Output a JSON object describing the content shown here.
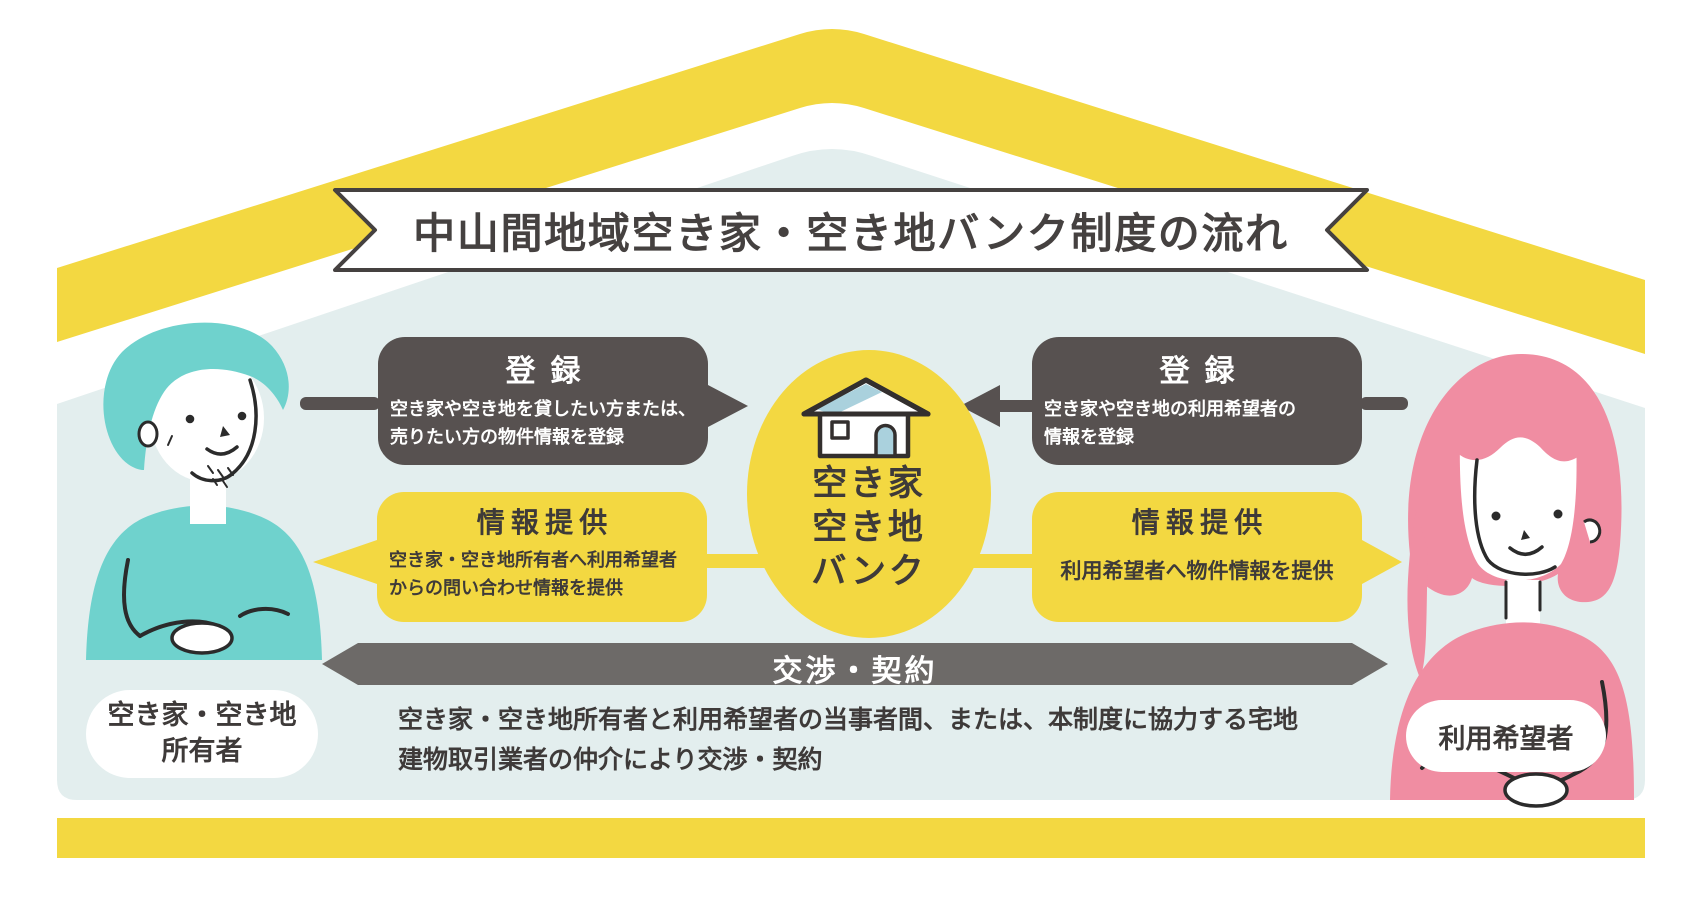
{
  "banner": {
    "title": "中山間地域空き家・空き地バンク制度の流れ"
  },
  "bank": {
    "icon": "house-icon",
    "name_lines": [
      "空き家",
      "空き地",
      "バンク"
    ]
  },
  "flows": {
    "owner_register": {
      "title": "登録",
      "lines": [
        "空き家や空き地を貸したい方または、",
        "売りたい方の物件情報を登録"
      ]
    },
    "user_register": {
      "title": "登録",
      "lines": [
        "空き家や空き地の利用希望者の",
        "情報を登録"
      ]
    },
    "owner_info": {
      "title": "情報提供",
      "lines": [
        "空き家・空き地所有者へ利用希望者",
        "からの問い合わせ情報を提供"
      ]
    },
    "user_info": {
      "title": "情報提供",
      "lines": [
        "利用希望者へ物件情報を提供"
      ]
    }
  },
  "negotiation": {
    "label": "交渉・契約",
    "note_lines": [
      "空き家・空き地所有者と利用希望者の当事者間、または、本制度に協力する宅地",
      "建物取引業者の仲介により交渉・契約"
    ]
  },
  "actors": {
    "owner": {
      "label_lines": [
        "空き家・空き地",
        "所有者"
      ]
    },
    "user": {
      "label": "利用希望者"
    }
  },
  "colors": {
    "yellow": "#f3d841",
    "light_blue": "#e3eeee",
    "dark_gray_box": "#575150",
    "bar_gray": "#6d6a68",
    "teal_person": "#6fd2cd",
    "pink_person": "#f08da2",
    "text_dark": "#3e3a39",
    "house_icon_blue": "#aad1dd",
    "white": "#ffffff"
  }
}
